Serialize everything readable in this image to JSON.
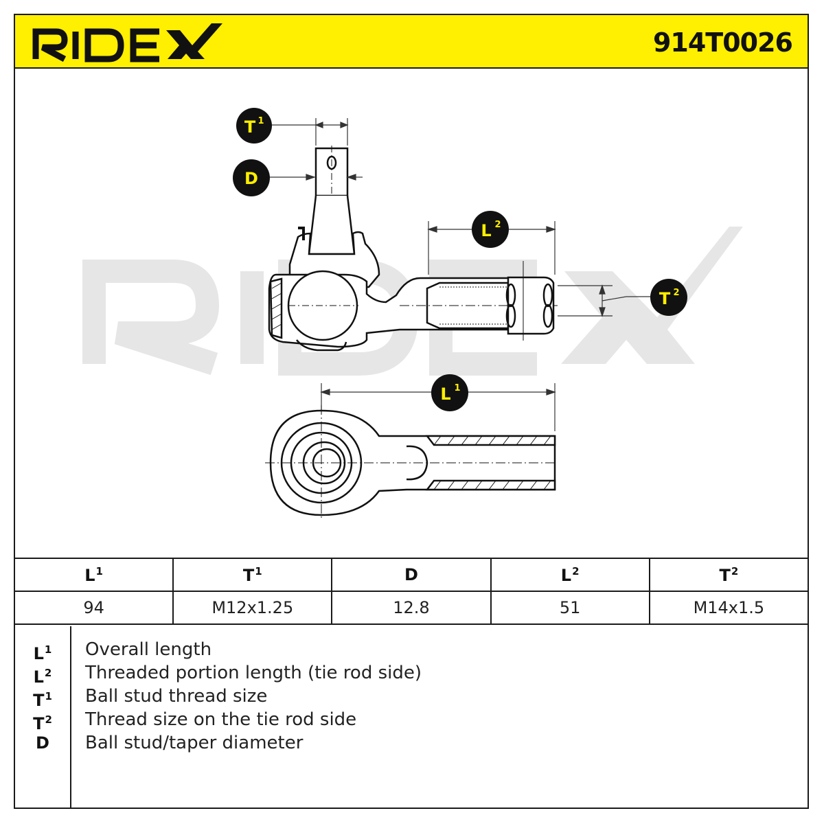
{
  "header": {
    "brand": "RIDEX",
    "part_number": "914T0026",
    "background_color": "#ffef00"
  },
  "watermark": {
    "text": "RIDEX",
    "color": "#e6e6e6"
  },
  "markers": {
    "t1": {
      "letter": "T",
      "index": "1"
    },
    "d": {
      "letter": "D",
      "index": ""
    },
    "l2": {
      "letter": "L",
      "index": "2"
    },
    "t2": {
      "letter": "T",
      "index": "2"
    },
    "l1": {
      "letter": "L",
      "index": "1"
    }
  },
  "marker_colors": {
    "fill": "#111111",
    "text": "#ffef00"
  },
  "table": {
    "headers": [
      {
        "letter": "L",
        "index": "1"
      },
      {
        "letter": "T",
        "index": "1"
      },
      {
        "letter": "D",
        "index": ""
      },
      {
        "letter": "L",
        "index": "2"
      },
      {
        "letter": "T",
        "index": "2"
      }
    ],
    "values": [
      "94",
      "M12x1.25",
      "12.8",
      "51",
      "M14x1.5"
    ]
  },
  "legend": [
    {
      "letter": "L",
      "index": "1",
      "desc": "Overall length"
    },
    {
      "letter": "L",
      "index": "2",
      "desc": "Threaded portion length (tie rod side)"
    },
    {
      "letter": "T",
      "index": "1",
      "desc": "Ball stud thread size"
    },
    {
      "letter": "T",
      "index": "2",
      "desc": "Thread size on the tie rod side"
    },
    {
      "letter": "D",
      "index": "",
      "desc": "Ball stud/taper diameter"
    }
  ]
}
